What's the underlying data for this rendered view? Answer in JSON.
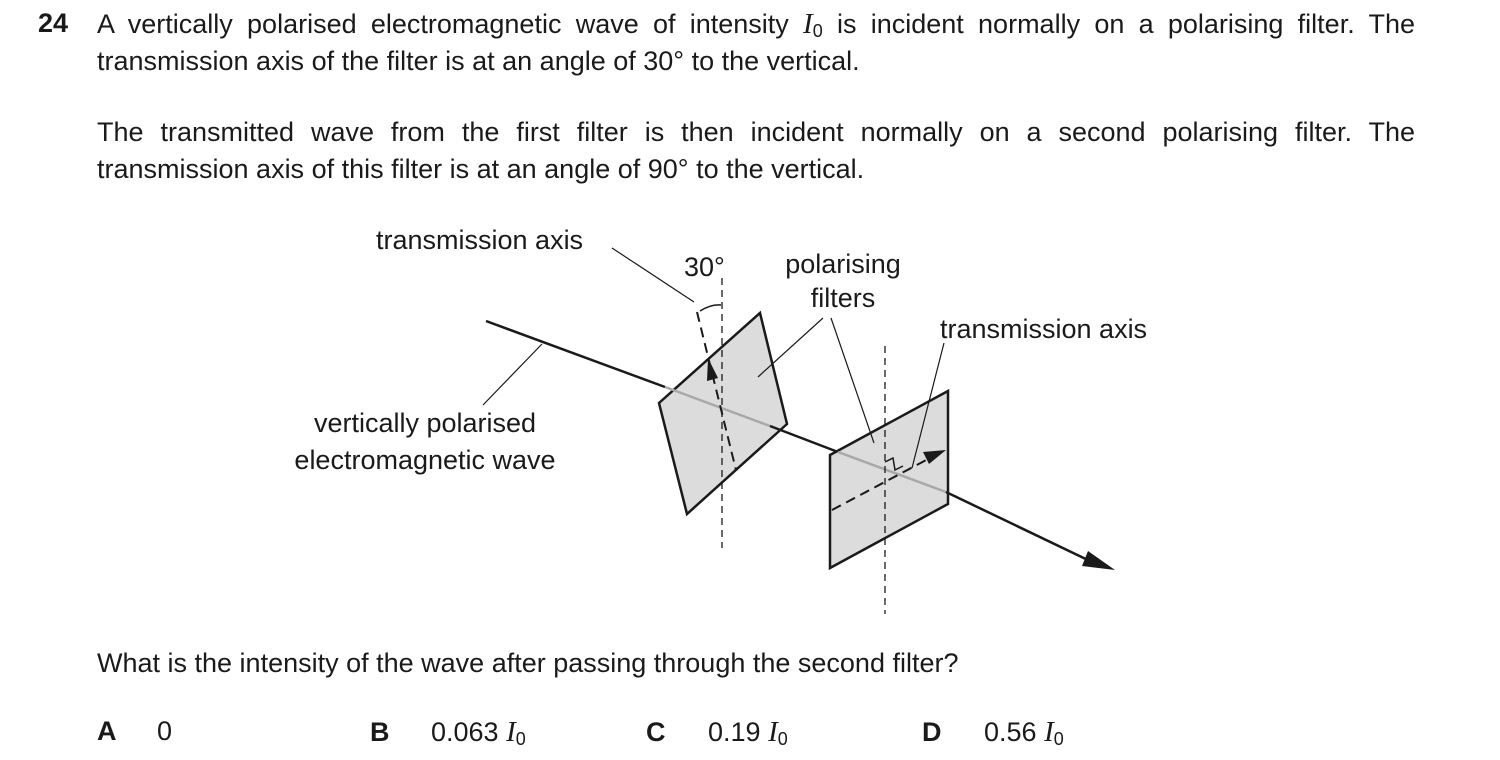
{
  "question": {
    "number": "24",
    "para1": {
      "before": "A vertically polarised electromagnetic wave of intensity ",
      "sym": "I",
      "sub": "0",
      "after": " is incident normally on a polarising filter. The transmission axis of the filter is at an angle of 30° to the vertical."
    },
    "para2": "The transmitted wave from the first filter is then incident normally on a second polarising filter. The transmission axis of this filter is at an angle of 90° to the vertical.",
    "prompt": "What is the intensity of the wave after passing through the second filter?"
  },
  "diagram": {
    "label_transmission_axis_1": "transmission axis",
    "label_angle": "30°",
    "label_polarising": "polarising",
    "label_filters": "filters",
    "label_transmission_axis_2": "transmission axis",
    "label_wave_line1": "vertically polarised",
    "label_wave_line2": "electromagnetic wave",
    "colors": {
      "filter_fill": "#dcdcdc",
      "stroke": "#1a1a1a",
      "beam_through_filter": "#a8a8a8"
    }
  },
  "options": [
    {
      "letter": "A",
      "value": "0",
      "sym": "",
      "sub": ""
    },
    {
      "letter": "B",
      "value": "0.063 ",
      "sym": "I",
      "sub": "0"
    },
    {
      "letter": "C",
      "value": "0.19 ",
      "sym": "I",
      "sub": "0"
    },
    {
      "letter": "D",
      "value": "0.56 ",
      "sym": "I",
      "sub": "0"
    }
  ]
}
